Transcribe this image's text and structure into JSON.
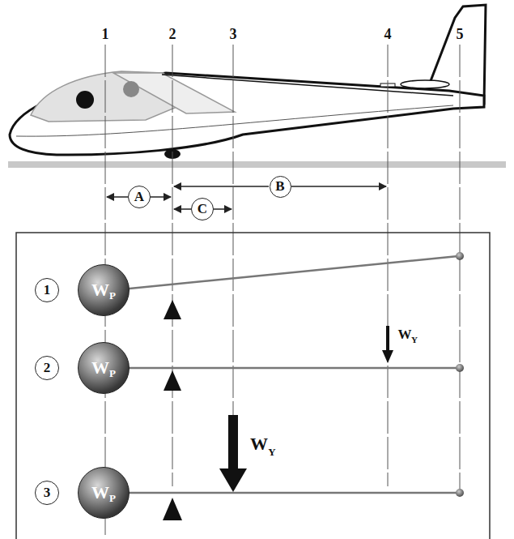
{
  "diagram": {
    "nodes": [
      {
        "text": [
          "A"
        ]
      },
      {
        "text": [
          "B"
        ]
      },
      {
        "text": [
          "C"
        ]
      },
      {
        "text": [
          "1"
        ]
      },
      {
        "text": [
          "W",
          "P"
        ]
      },
      {
        "text": [
          "2"
        ]
      },
      {
        "text": [
          "W",
          "P"
        ]
      },
      {
        "text": [
          "3"
        ]
      },
      {
        "text": [
          "W",
          "P"
        ]
      }
    ],
    "labels": [
      "1",
      "2",
      "3",
      "4",
      "5",
      "W",
      "Y",
      "W",
      "Y"
    ]
  }
}
